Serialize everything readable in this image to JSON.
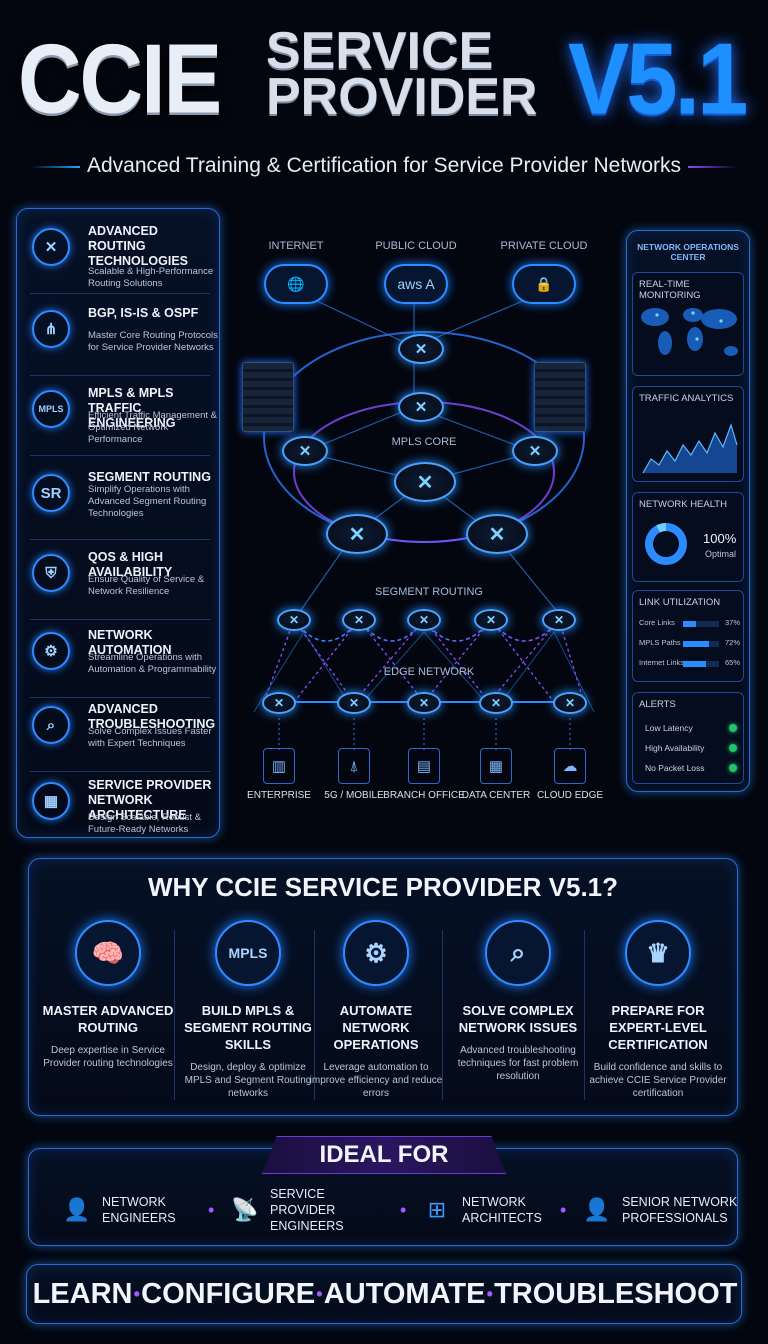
{
  "header": {
    "title_left": "CCIE",
    "title_mid_1": "SERVICE",
    "title_mid_2": "PROVIDER",
    "title_right": "V5.1",
    "subtitle": "Advanced Training & Certification for Service Provider Networks"
  },
  "left_panel": {
    "items": [
      {
        "icon": "routing-icon",
        "glyph": "✕",
        "title": "ADVANCED ROUTING TECHNOLOGIES",
        "desc": "Scalable & High-Performance Routing Solutions"
      },
      {
        "icon": "protocol-nodes-icon",
        "glyph": "⋔",
        "title": "BGP, IS-IS & OSPF",
        "desc": "Master Core Routing Protocols for Service Provider Networks"
      },
      {
        "icon": "mpls-icon",
        "glyph": "MPLS",
        "title": "MPLS & MPLS TRAFFIC ENGINEERING",
        "desc": "Efficient Traffic Management & Optimized Network Performance"
      },
      {
        "icon": "sr-icon",
        "glyph": "SR",
        "title": "SEGMENT ROUTING",
        "desc": "Simplify Operations with Advanced Segment Routing Technologies"
      },
      {
        "icon": "shield-icon",
        "glyph": "⛨",
        "title": "QoS & HIGH AVAILABILITY",
        "desc": "Ensure Quality of Service & Network Resilience"
      },
      {
        "icon": "automation-icon",
        "glyph": "⚙",
        "title": "NETWORK AUTOMATION",
        "desc": "Streamline Operations with Automation & Programmability"
      },
      {
        "icon": "troubleshoot-icon",
        "glyph": "⌕",
        "title": "ADVANCED TROUBLESHOOTING",
        "desc": "Solve Complex Issues Faster with Expert Techniques"
      },
      {
        "icon": "architecture-icon",
        "glyph": "▦",
        "title": "SERVICE PROVIDER NETWORK ARCHITECTURE",
        "desc": "Design Scalable, Robust & Future-Ready Networks"
      }
    ]
  },
  "diagram": {
    "clouds": [
      {
        "label": "INTERNET",
        "glyph": "🌐"
      },
      {
        "label": "PUBLIC CLOUD",
        "glyph": "aws A"
      },
      {
        "label": "PRIVATE CLOUD",
        "glyph": "🔒"
      }
    ],
    "core_label": "MPLS CORE",
    "segment_label": "SEGMENT ROUTING",
    "edge_label": "EDGE NETWORK",
    "endpoints": [
      {
        "label": "ENTERPRISE",
        "glyph": "▥"
      },
      {
        "label": "5G / MOBILE",
        "glyph": "⍋"
      },
      {
        "label": "BRANCH OFFICE",
        "glyph": "▤"
      },
      {
        "label": "DATA CENTER",
        "glyph": "▦"
      },
      {
        "label": "CLOUD EDGE",
        "glyph": "☁"
      }
    ]
  },
  "noc": {
    "title": "NETWORK OPERATIONS CENTER",
    "realtime": "REAL-TIME MONITORING",
    "traffic": "TRAFFIC ANALYTICS",
    "health_title": "NETWORK HEALTH",
    "health_value": "100%",
    "health_status": "Optimal",
    "health_fraction": 1.0,
    "link_title": "LINK UTILIZATION",
    "links": [
      {
        "name": "Core Links",
        "value": "37%",
        "fraction": 0.37
      },
      {
        "name": "MPLS Paths",
        "value": "72%",
        "fraction": 0.72
      },
      {
        "name": "Internet Links",
        "value": "65%",
        "fraction": 0.65
      }
    ],
    "alerts_title": "ALERTS",
    "alerts": [
      {
        "name": "Low Latency"
      },
      {
        "name": "High Availability"
      },
      {
        "name": "No Packet Loss"
      }
    ]
  },
  "why": {
    "title": "WHY CCIE SERVICE PROVIDER V5.1?",
    "cols": [
      {
        "icon": "brain-icon",
        "glyph": "🧠",
        "title": "MASTER ADVANCED ROUTING",
        "desc": "Deep expertise in Service Provider routing technologies"
      },
      {
        "icon": "mpls-icon",
        "glyph": "MPLS",
        "title": "BUILD MPLS & SEGMENT ROUTING SKILLS",
        "desc": "Design, deploy & optimize MPLS and Segment Routing networks"
      },
      {
        "icon": "gear-icon",
        "glyph": "⚙",
        "title": "AUTOMATE NETWORK OPERATIONS",
        "desc": "Leverage automation to improve efficiency and reduce errors"
      },
      {
        "icon": "magnifier-icon",
        "glyph": "⌕",
        "title": "SOLVE COMPLEX NETWORK ISSUES",
        "desc": "Advanced troubleshooting techniques for fast problem resolution"
      },
      {
        "icon": "award-shield-icon",
        "glyph": "♛",
        "title": "PREPARE FOR EXPERT-LEVEL CERTIFICATION",
        "desc": "Build confidence and skills to achieve CCIE Service Provider certification"
      }
    ]
  },
  "ideal": {
    "title": "IDEAL FOR",
    "items": [
      {
        "icon": "engineer-icon",
        "glyph": "👤",
        "label": "NETWORK ENGINEERS"
      },
      {
        "icon": "tower-icon",
        "glyph": "📡",
        "label": "SERVICE PROVIDER ENGINEERS"
      },
      {
        "icon": "hierarchy-icon",
        "glyph": "⊞",
        "label": "NETWORK ARCHITECTS"
      },
      {
        "icon": "professional-icon",
        "glyph": "👤",
        "label": "SENIOR NETWORK PROFESSIONALS"
      }
    ]
  },
  "footer": {
    "words": [
      "LEARN",
      "CONFIGURE",
      "AUTOMATE",
      "TROUBLESHOOT"
    ]
  }
}
